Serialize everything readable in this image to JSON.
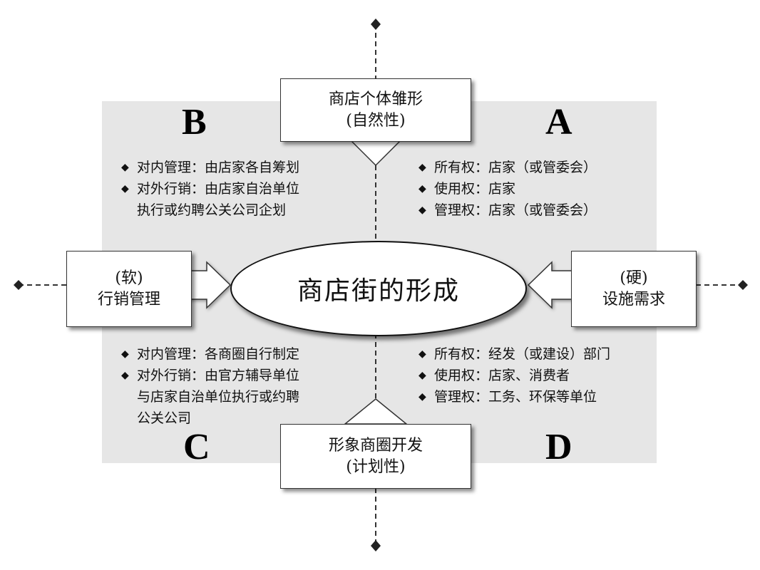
{
  "title": "商店街的形成",
  "top_box": {
    "line1": "商店个体雏形",
    "line2": "(自然性)"
  },
  "bottom_box": {
    "line1": "形象商圈开发",
    "line2": "(计划性)"
  },
  "left_box": {
    "line1": "(软)",
    "line2": "行销管理"
  },
  "right_box": {
    "line1": "(硬)",
    "line2": "设施需求"
  },
  "quadrants": {
    "a": {
      "letter": "A",
      "items": [
        "所有权：店家（或管委会）",
        "使用权：店家",
        "管理权：店家（或管委会）"
      ]
    },
    "b": {
      "letter": "B",
      "items": [
        "对内管理：由店家各自筹划",
        "对外行销：由店家自治单位"
      ],
      "continuation": [
        "执行或约聘公关公司企划"
      ]
    },
    "c": {
      "letter": "C",
      "items": [
        "对内管理：各商圈自行制定",
        "对外行销：由官方辅导单位"
      ],
      "continuation": [
        "与店家自治单位执行或约聘",
        "公关公司"
      ]
    },
    "d": {
      "letter": "D",
      "items": [
        "所有权：经发（或建设）部门",
        "使用权：店家、消费者",
        "管理权：工务、环保等单位"
      ]
    }
  },
  "bullet_glyph": "◆",
  "colors": {
    "panel": "#e6e6e6",
    "line": "#333333"
  }
}
